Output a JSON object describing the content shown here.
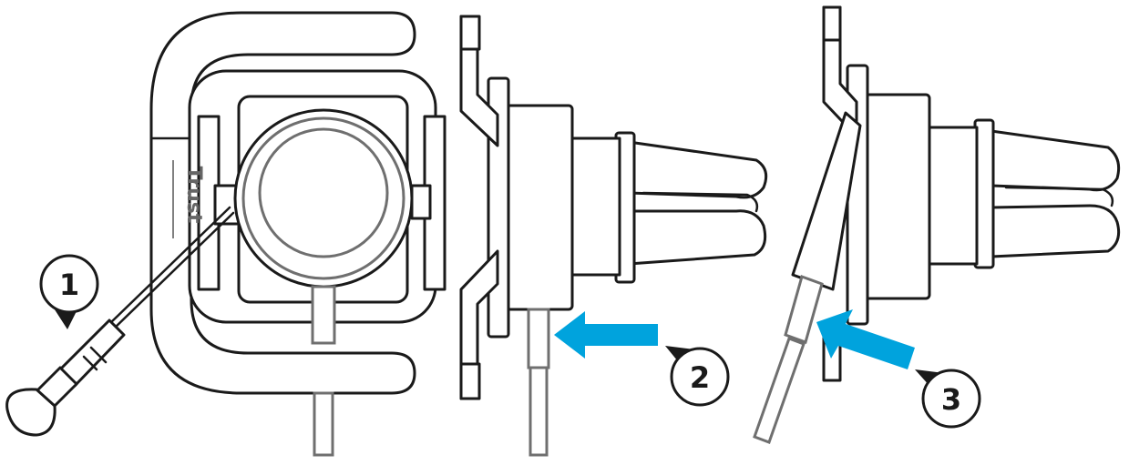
{
  "brand_logo_text": "Trust",
  "steps": [
    {
      "number": "1"
    },
    {
      "number": "2"
    },
    {
      "number": "3"
    }
  ],
  "colors": {
    "arrow": "#00a3dd",
    "outline": "#1a1a1a",
    "cable": "#6f6f6f"
  }
}
